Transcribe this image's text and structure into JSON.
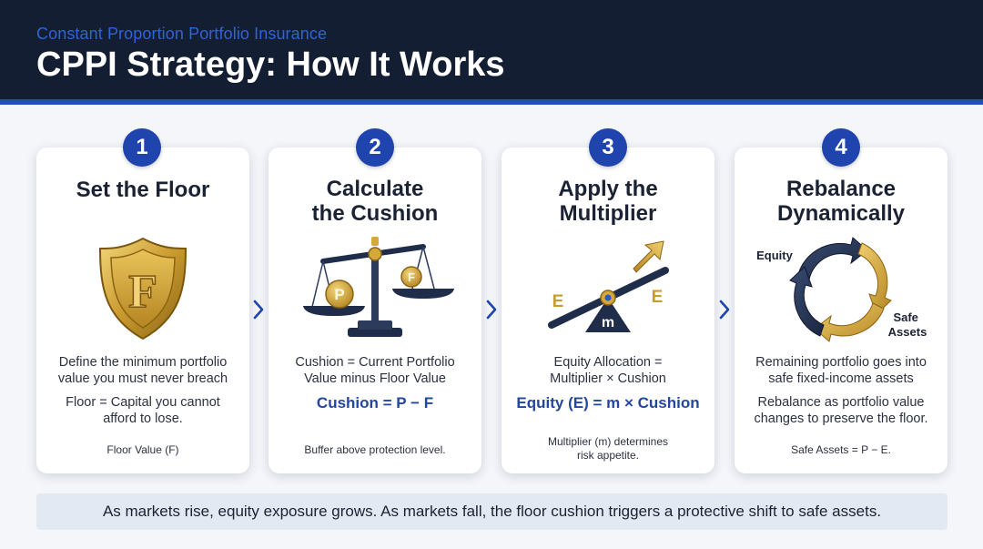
{
  "header": {
    "subtitle": "Constant Proportion Portfolio Insurance",
    "title": "CPPI Strategy: How It Works"
  },
  "steps": [
    {
      "number": "1",
      "title": "Set the Floor",
      "icon_letter": "F",
      "description": "Define the minimum portfolio\nvalue you must never breach",
      "detail": "Floor = Capital you cannot\nafford to lose.",
      "note": "Floor Value (F)"
    },
    {
      "number": "2",
      "title": "Calculate\nthe Cushion",
      "icon_labels": [
        "P",
        "F"
      ],
      "description": "Cushion = Current Portfolio\nValue minus Floor Value",
      "formula": "Cushion = P − F",
      "note": "Buffer above protection level."
    },
    {
      "number": "3",
      "title": "Apply the\nMultiplier",
      "icon_labels": [
        "E",
        "E",
        "m"
      ],
      "description": "Equity Allocation =\nMultiplier × Cushion",
      "formula": "Equity (E) = m × Cushion",
      "note": "Multiplier (m) determines\nrisk appetite."
    },
    {
      "number": "4",
      "title": "Rebalance\nDynamically",
      "icon_labels": [
        "Equity",
        "Safe\nAssets"
      ],
      "description": "Remaining portfolio goes into\nsafe fixed-income assets",
      "detail": "Rebalance as portfolio value\nchanges to preserve the floor.",
      "note": "Safe Assets = P − E."
    }
  ],
  "footer": "As markets rise, equity exposure grows. As markets fall, the floor cushion triggers a protective shift to safe assets.",
  "colors": {
    "header_bg": "#141e33",
    "accent_blue": "#1f44ad",
    "gold": "#c9a236",
    "navy": "#1f2d4a"
  }
}
